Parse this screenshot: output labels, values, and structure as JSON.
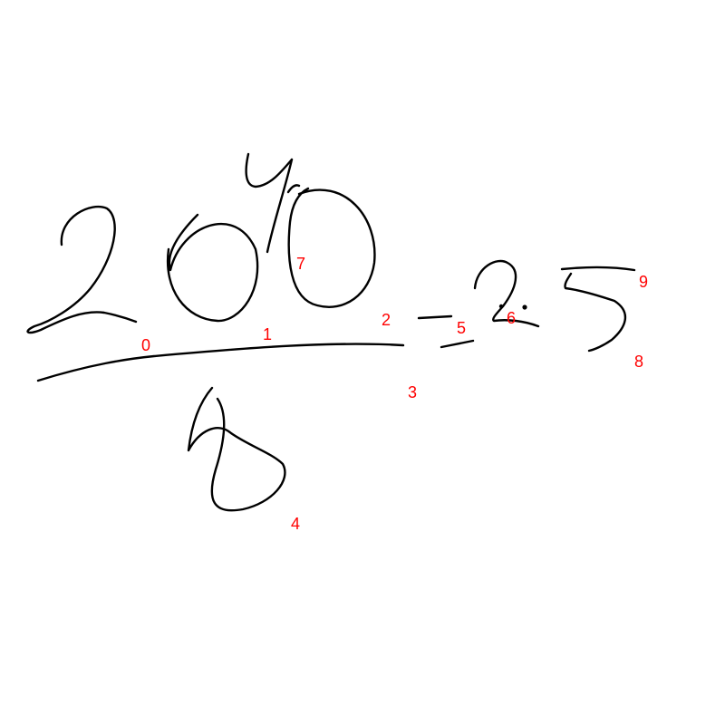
{
  "colors": {
    "background": "#ffffff",
    "stroke": "#000000",
    "label": "#ff0000"
  },
  "stroke_labels": [
    "0",
    "1",
    "2",
    "3",
    "4",
    "5",
    "6",
    "7",
    "8",
    "9"
  ]
}
